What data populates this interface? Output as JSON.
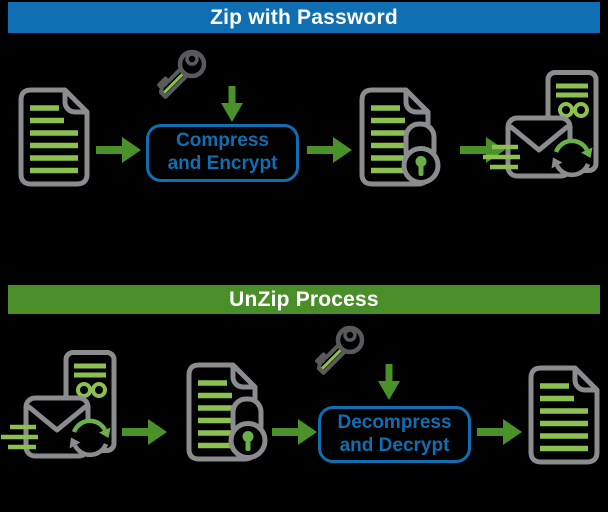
{
  "colors": {
    "background": "#000000",
    "header_blue": "#0f6fb2",
    "header_green": "#4a8e29",
    "arrow_green": "#4a9129",
    "light_green": "#8cc152",
    "keyhole_green": "#6ab04a",
    "outline_gray": "#8a8c8e",
    "key_gray": "#595a5c",
    "title_text": "#ffffff"
  },
  "zip_panel": {
    "title": "Zip with Password",
    "process_box": {
      "line1": "Compress",
      "line2": "and Encrypt"
    },
    "steps": [
      "source-document",
      "password-key",
      "compress-and-encrypt-box",
      "encrypted-document",
      "send-zip-transfer"
    ]
  },
  "unzip_panel": {
    "title": "UnZip Process",
    "process_box": {
      "line1": "Decompress",
      "line2": "and Decrypt"
    },
    "steps": [
      "receive-zip-transfer",
      "encrypted-document",
      "password-key",
      "decompress-and-decrypt-box",
      "output-document"
    ]
  }
}
